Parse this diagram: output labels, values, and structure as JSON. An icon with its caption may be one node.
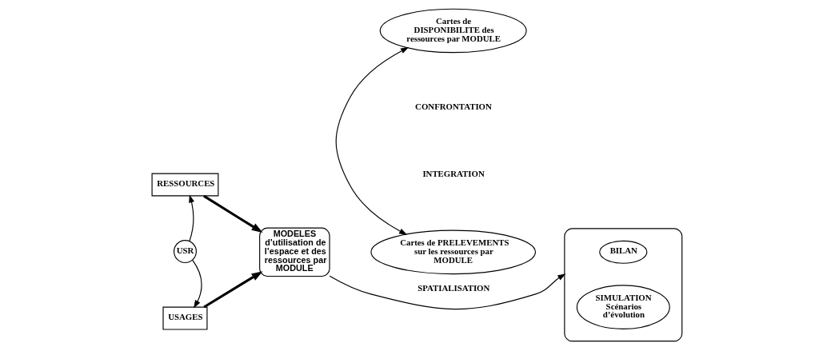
{
  "diagram": {
    "nodes": [
      {
        "text": [
          "RESSOURCES"
        ]
      },
      {
        "text": [
          "USR"
        ]
      },
      {
        "text": [
          "MODELES d’utilisation de l’espace et des ressources par MODULE"
        ]
      },
      {
        "text": [
          "USAGES"
        ]
      },
      {
        "text": [
          "Cartes de DISPONIBILITE des ressources par MODULE"
        ]
      },
      {
        "text": [
          "Cartes de PRELEVEMENTS sur les ressources par MODULE"
        ]
      },
      {
        "text": [],
        "shape": "box"
      },
      {
        "text": [
          "BILAN"
        ],
        "in": 6
      },
      {
        "text": [
          "SIMULATION",
          "Scénarios d’évolution"
        ],
        "in": 6
      }
    ],
    "edges": [
      {
        "from": 1,
        "to": 0,
        "arrow": "to"
      },
      {
        "from": 1,
        "to": 3,
        "arrow": "to"
      },
      {
        "from": 0,
        "to": 2,
        "arrow": "to",
        "style": "thick"
      },
      {
        "from": 3,
        "to": 2,
        "arrow": "to",
        "style": "thick"
      },
      {
        "from": 2,
        "to": 6,
        "arrow": "to",
        "label": "SPATIALISATION"
      },
      {
        "from": 4,
        "to": 5,
        "arrow": "both"
      }
    ],
    "labels": [
      "CONFRONTATION",
      "INTEGRATION"
    ]
  }
}
